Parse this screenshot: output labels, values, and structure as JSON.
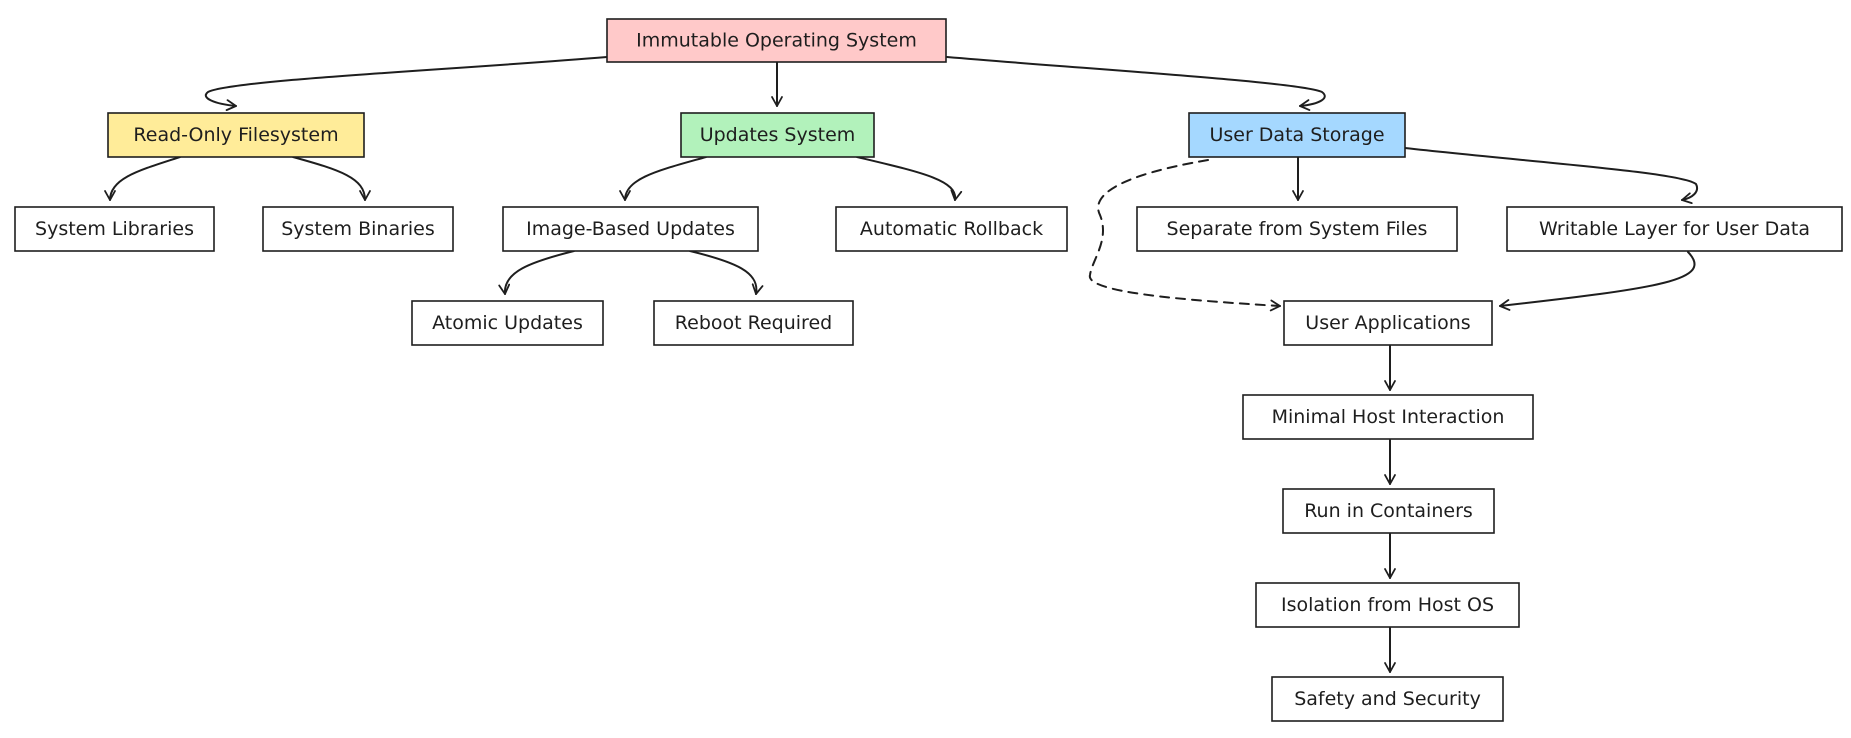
{
  "colors": {
    "root_fill": "#ffc9c9",
    "filesystem_fill": "#ffec99",
    "updates_fill": "#b2f2bb",
    "userdata_fill": "#a5d8ff",
    "default_fill": "#ffffff",
    "stroke": "#1e1e1e"
  },
  "nodes": {
    "root": {
      "label": "Immutable Operating System",
      "fill": "root_fill"
    },
    "readonly_fs": {
      "label": "Read-Only Filesystem",
      "fill": "filesystem_fill"
    },
    "updates_system": {
      "label": "Updates System",
      "fill": "updates_fill"
    },
    "user_data_storage": {
      "label": "User Data Storage",
      "fill": "userdata_fill"
    },
    "system_libraries": {
      "label": "System Libraries",
      "fill": "default_fill"
    },
    "system_binaries": {
      "label": "System Binaries",
      "fill": "default_fill"
    },
    "image_based_updates": {
      "label": "Image-Based Updates",
      "fill": "default_fill"
    },
    "automatic_rollback": {
      "label": "Automatic Rollback",
      "fill": "default_fill"
    },
    "separate_from_system_files": {
      "label": "Separate from System Files",
      "fill": "default_fill"
    },
    "writable_layer": {
      "label": "Writable Layer for User Data",
      "fill": "default_fill"
    },
    "atomic_updates": {
      "label": "Atomic Updates",
      "fill": "default_fill"
    },
    "reboot_required": {
      "label": "Reboot Required",
      "fill": "default_fill"
    },
    "user_applications": {
      "label": "User Applications",
      "fill": "default_fill"
    },
    "minimal_host_interaction": {
      "label": "Minimal Host Interaction",
      "fill": "default_fill"
    },
    "run_in_containers": {
      "label": "Run in Containers",
      "fill": "default_fill"
    },
    "isolation_from_host": {
      "label": "Isolation from Host OS",
      "fill": "default_fill"
    },
    "safety_and_security": {
      "label": "Safety and Security",
      "fill": "default_fill"
    }
  },
  "edges": [
    {
      "from": "root",
      "to": "readonly_fs",
      "style": "solid"
    },
    {
      "from": "root",
      "to": "updates_system",
      "style": "solid"
    },
    {
      "from": "root",
      "to": "user_data_storage",
      "style": "solid"
    },
    {
      "from": "readonly_fs",
      "to": "system_libraries",
      "style": "solid"
    },
    {
      "from": "readonly_fs",
      "to": "system_binaries",
      "style": "solid"
    },
    {
      "from": "updates_system",
      "to": "image_based_updates",
      "style": "solid"
    },
    {
      "from": "updates_system",
      "to": "automatic_rollback",
      "style": "solid"
    },
    {
      "from": "image_based_updates",
      "to": "atomic_updates",
      "style": "solid"
    },
    {
      "from": "image_based_updates",
      "to": "reboot_required",
      "style": "solid"
    },
    {
      "from": "user_data_storage",
      "to": "separate_from_system_files",
      "style": "solid"
    },
    {
      "from": "user_data_storage",
      "to": "writable_layer",
      "style": "solid"
    },
    {
      "from": "user_data_storage",
      "to": "user_applications",
      "style": "dashed"
    },
    {
      "from": "writable_layer",
      "to": "user_applications",
      "style": "solid"
    },
    {
      "from": "user_applications",
      "to": "minimal_host_interaction",
      "style": "solid"
    },
    {
      "from": "minimal_host_interaction",
      "to": "run_in_containers",
      "style": "solid"
    },
    {
      "from": "run_in_containers",
      "to": "isolation_from_host",
      "style": "solid"
    },
    {
      "from": "isolation_from_host",
      "to": "safety_and_security",
      "style": "solid"
    }
  ]
}
